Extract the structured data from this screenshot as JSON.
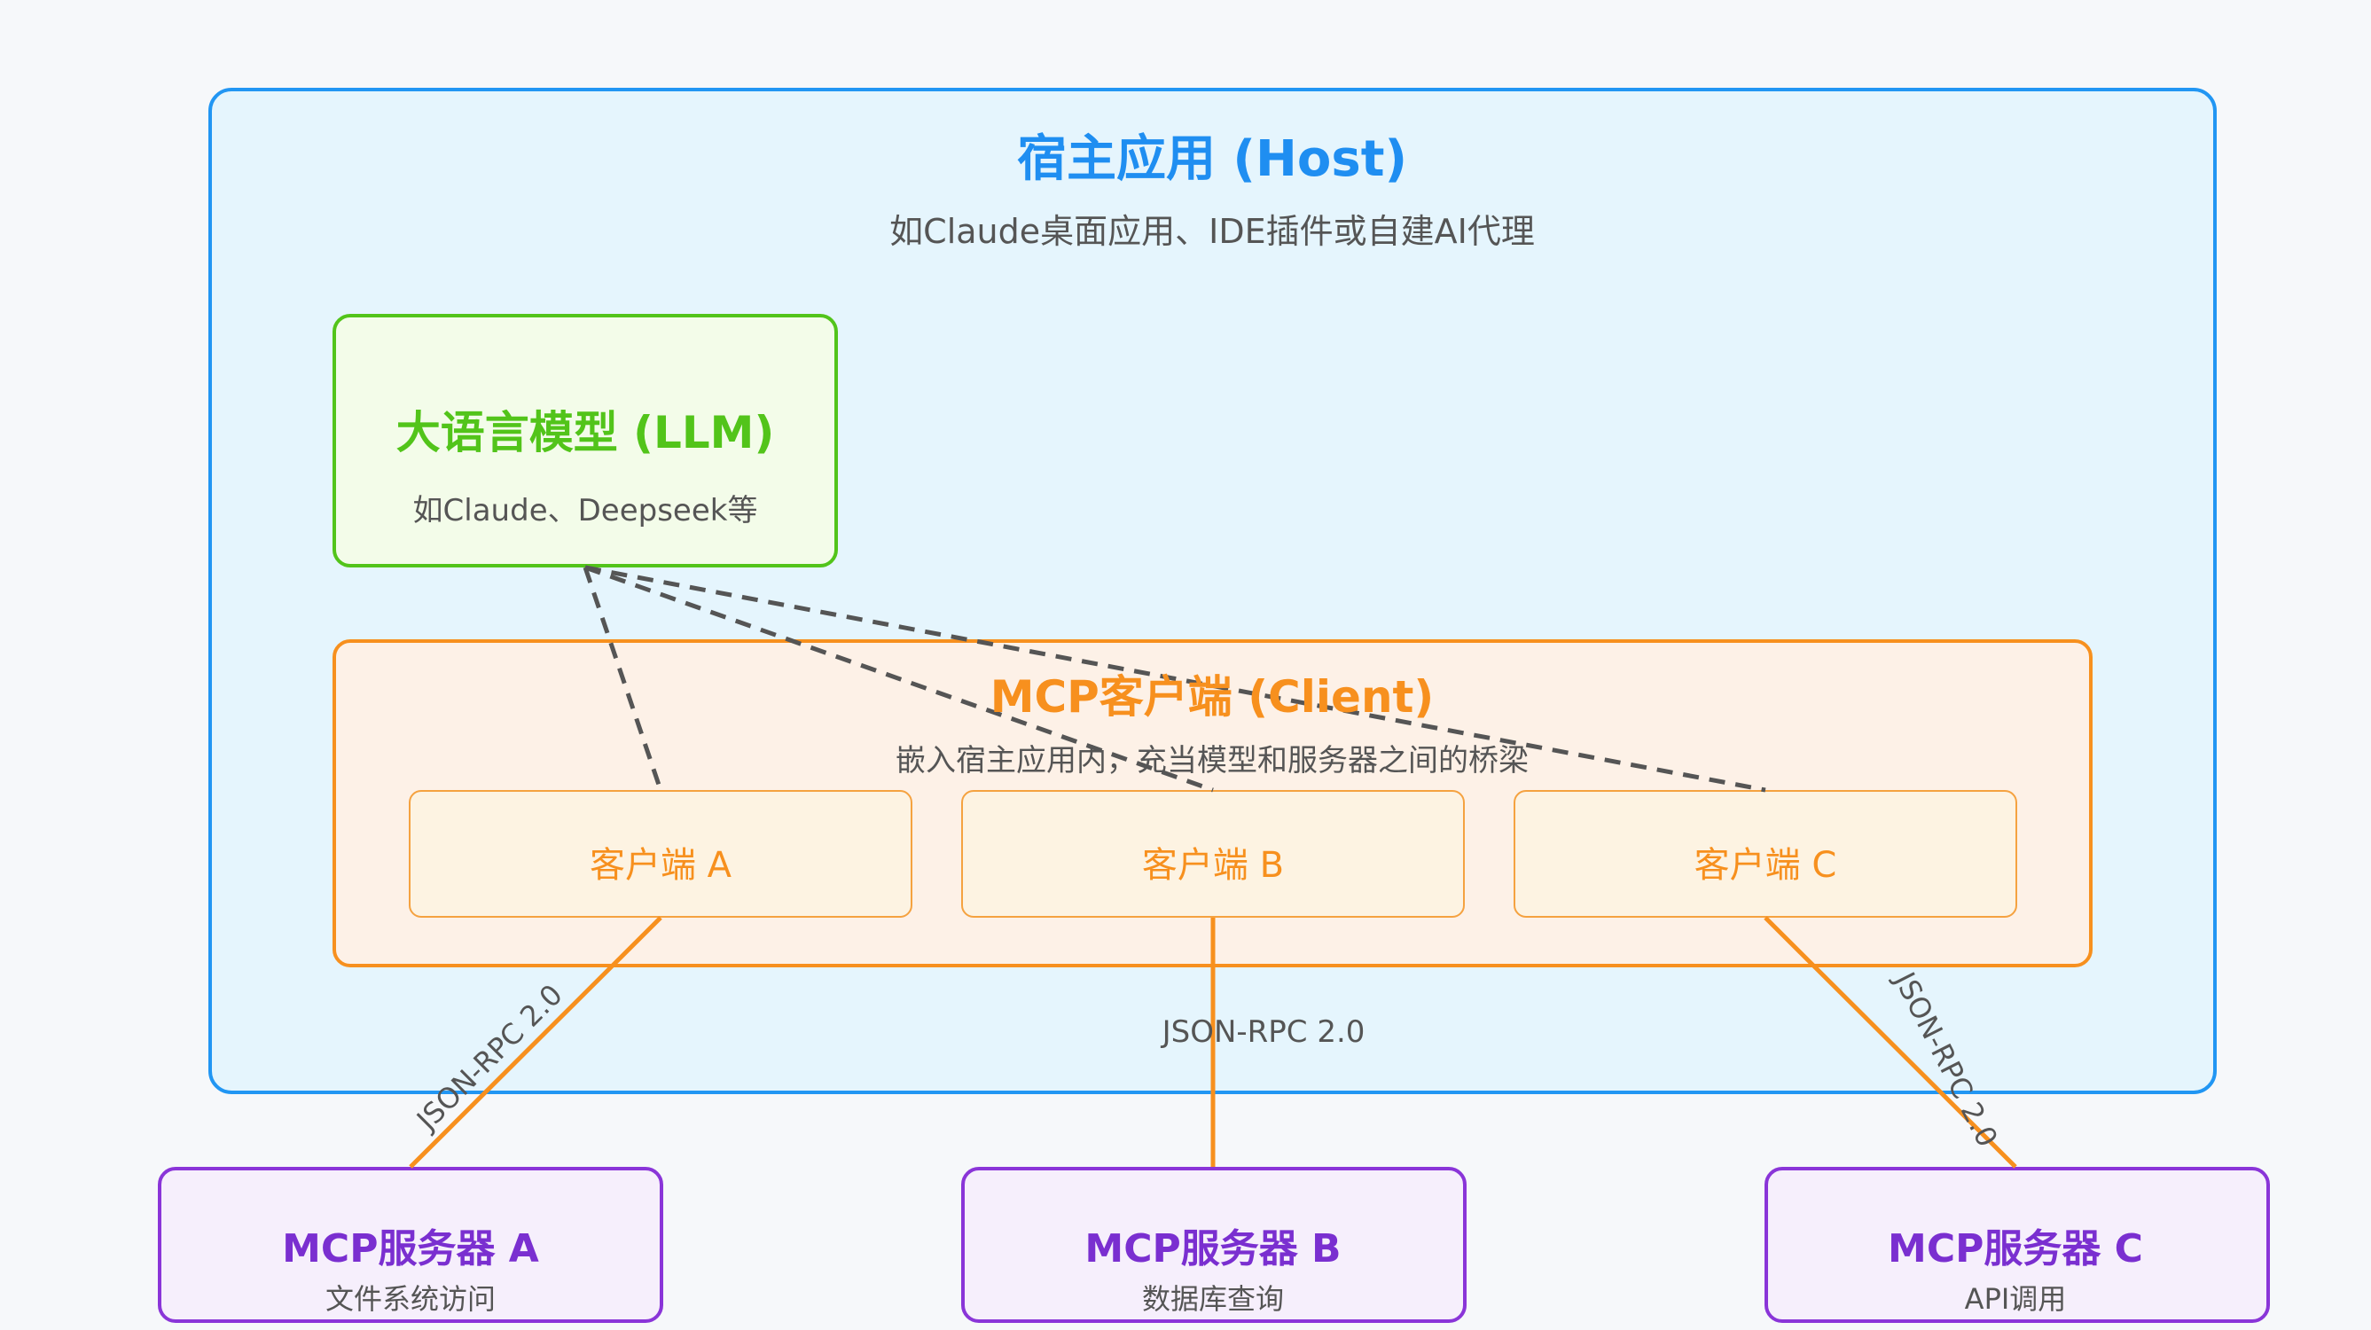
{
  "host": {
    "title": "宿主应用 (Host)",
    "subtitle": "如Claude桌面应用、IDE插件或自建AI代理"
  },
  "llm": {
    "title": "大语言模型 (LLM)",
    "subtitle": "如Claude、Deepseek等"
  },
  "client": {
    "title": "MCP客户端 (Client)",
    "subtitle": "嵌入宿主应用内，充当模型和服务器之间的桥梁",
    "items": [
      {
        "label": "客户端 A"
      },
      {
        "label": "客户端 B"
      },
      {
        "label": "客户端 C"
      }
    ]
  },
  "servers": [
    {
      "title": "MCP服务器 A",
      "subtitle": "文件系统访问"
    },
    {
      "title": "MCP服务器 B",
      "subtitle": "数据库查询"
    },
    {
      "title": "MCP服务器 C",
      "subtitle": "API调用"
    }
  ],
  "connections": {
    "rpc_left": "JSON-RPC 2.0",
    "rpc_middle": "JSON-RPC 2.0",
    "rpc_right": "JSON-RPC 2.0"
  },
  "colors": {
    "host": "#2196f3",
    "llm": "#52c41a",
    "client": "#f7901e",
    "server": "#8a35d8",
    "dashed_link": "#555555"
  }
}
